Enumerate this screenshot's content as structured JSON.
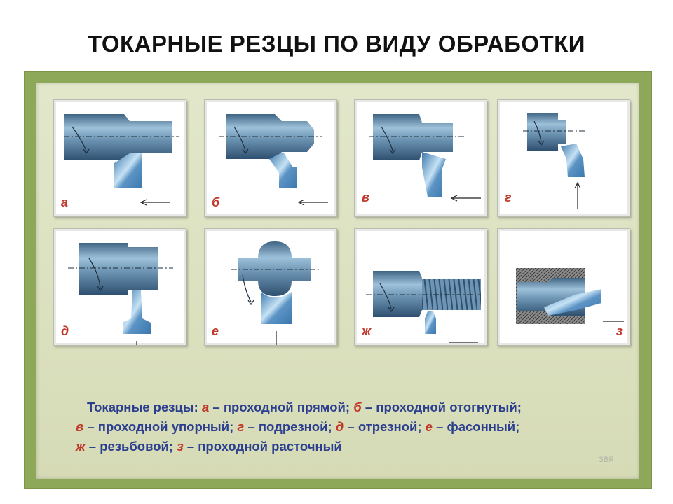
{
  "title": "ТОКАРНЫЕ РЕЗЦЫ ПО ВИДУ ОБРАБОТКИ",
  "panels": [
    {
      "id": "a",
      "letter": "а",
      "tool": "проходной прямой"
    },
    {
      "id": "b",
      "letter": "б",
      "tool": "проходной отогнутый"
    },
    {
      "id": "v",
      "letter": "в",
      "tool": "проходной упорный"
    },
    {
      "id": "g",
      "letter": "г",
      "tool": "подрезной"
    },
    {
      "id": "d",
      "letter": "д",
      "tool": "отрезной"
    },
    {
      "id": "e",
      "letter": "е",
      "tool": "фасонный"
    },
    {
      "id": "zh",
      "letter": "ж",
      "tool": "резьбовой"
    },
    {
      "id": "z",
      "letter": "з",
      "tool": "проходной расточный"
    }
  ],
  "caption": {
    "prefix": "Токарные резцы:",
    "dash": "–",
    "sep": ";"
  },
  "watermark": "ЗВЯ",
  "colors": {
    "board": "#8ea859",
    "steel": "#5f86a3",
    "steel_light": "#9ec1da",
    "tool": "#4f86b8",
    "tool_light": "#b6d6ee",
    "letter": "#c0392b",
    "caption_text": "#2b3f8e"
  }
}
